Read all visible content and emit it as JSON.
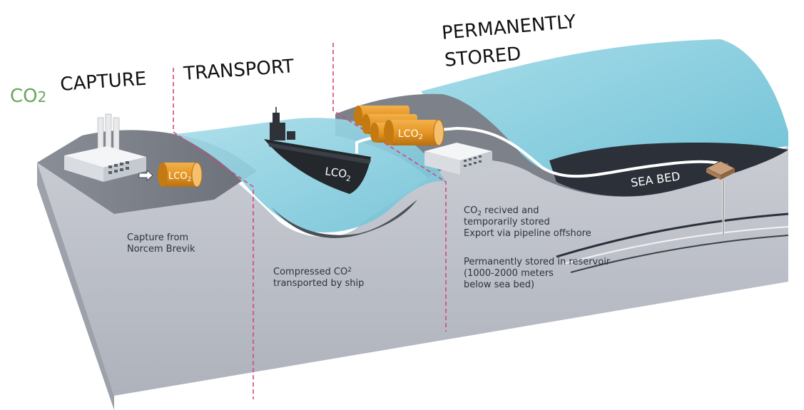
{
  "stages": {
    "capture_co2": "CO",
    "capture_sub": "2",
    "capture_word": "CAPTURE",
    "transport": "TRANSPORT",
    "stored_line1": "PERMANENTLY",
    "stored_line2": "STORED"
  },
  "tank_label": "LCO",
  "tank_sub": "2",
  "ship_label": "LCO",
  "ship_sub": "2",
  "sea_bed_label": "SEA BED",
  "descriptions": {
    "capture": [
      "Capture from",
      "Norcem Brevik"
    ],
    "transport_co2": "Compressed CO",
    "transport_sub": "2",
    "transport_line2": "transported by ship",
    "received_co2": "CO",
    "received_sub": "2",
    "received_line1_rest": " recived and",
    "received_line2": "temporarily stored",
    "received_line3": "Export via pipeline offshore",
    "reservoir": [
      "Permanently stored in reservoir",
      "(1000-2000 meters",
      "below sea bed)"
    ]
  },
  "colors": {
    "co2_green": "#6aa65c",
    "divider_pink": "#d6457d",
    "sea": "#8fd1e0",
    "tank_orange": "#e79c2b",
    "block_front": "#b5b9c2",
    "block_top": "#7c818b",
    "ship": "#24282d"
  }
}
